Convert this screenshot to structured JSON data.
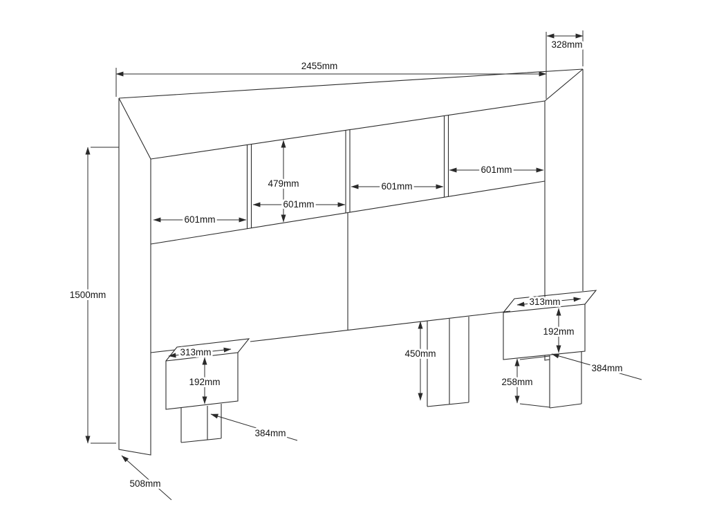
{
  "colors": {
    "line": "#2a2a2a",
    "text": "#141414",
    "background": "#ffffff"
  },
  "labels": {
    "overall_width": "2455mm",
    "top_depth": "328mm",
    "overall_height": "1500mm",
    "door_height": "479mm",
    "door_width_1": "601mm",
    "door_width_2": "601mm",
    "door_width_3": "601mm",
    "door_width_4": "601mm",
    "headboard_clearance": "450mm",
    "right_foot_height": "258mm",
    "left_cabinet_depth": "313mm",
    "left_cabinet_height": "192mm",
    "left_cabinet_bottom_depth": "384mm",
    "right_cabinet_depth": "313mm",
    "right_cabinet_height": "192mm",
    "right_cabinet_bottom_depth": "384mm",
    "side_panel_depth": "508mm"
  }
}
